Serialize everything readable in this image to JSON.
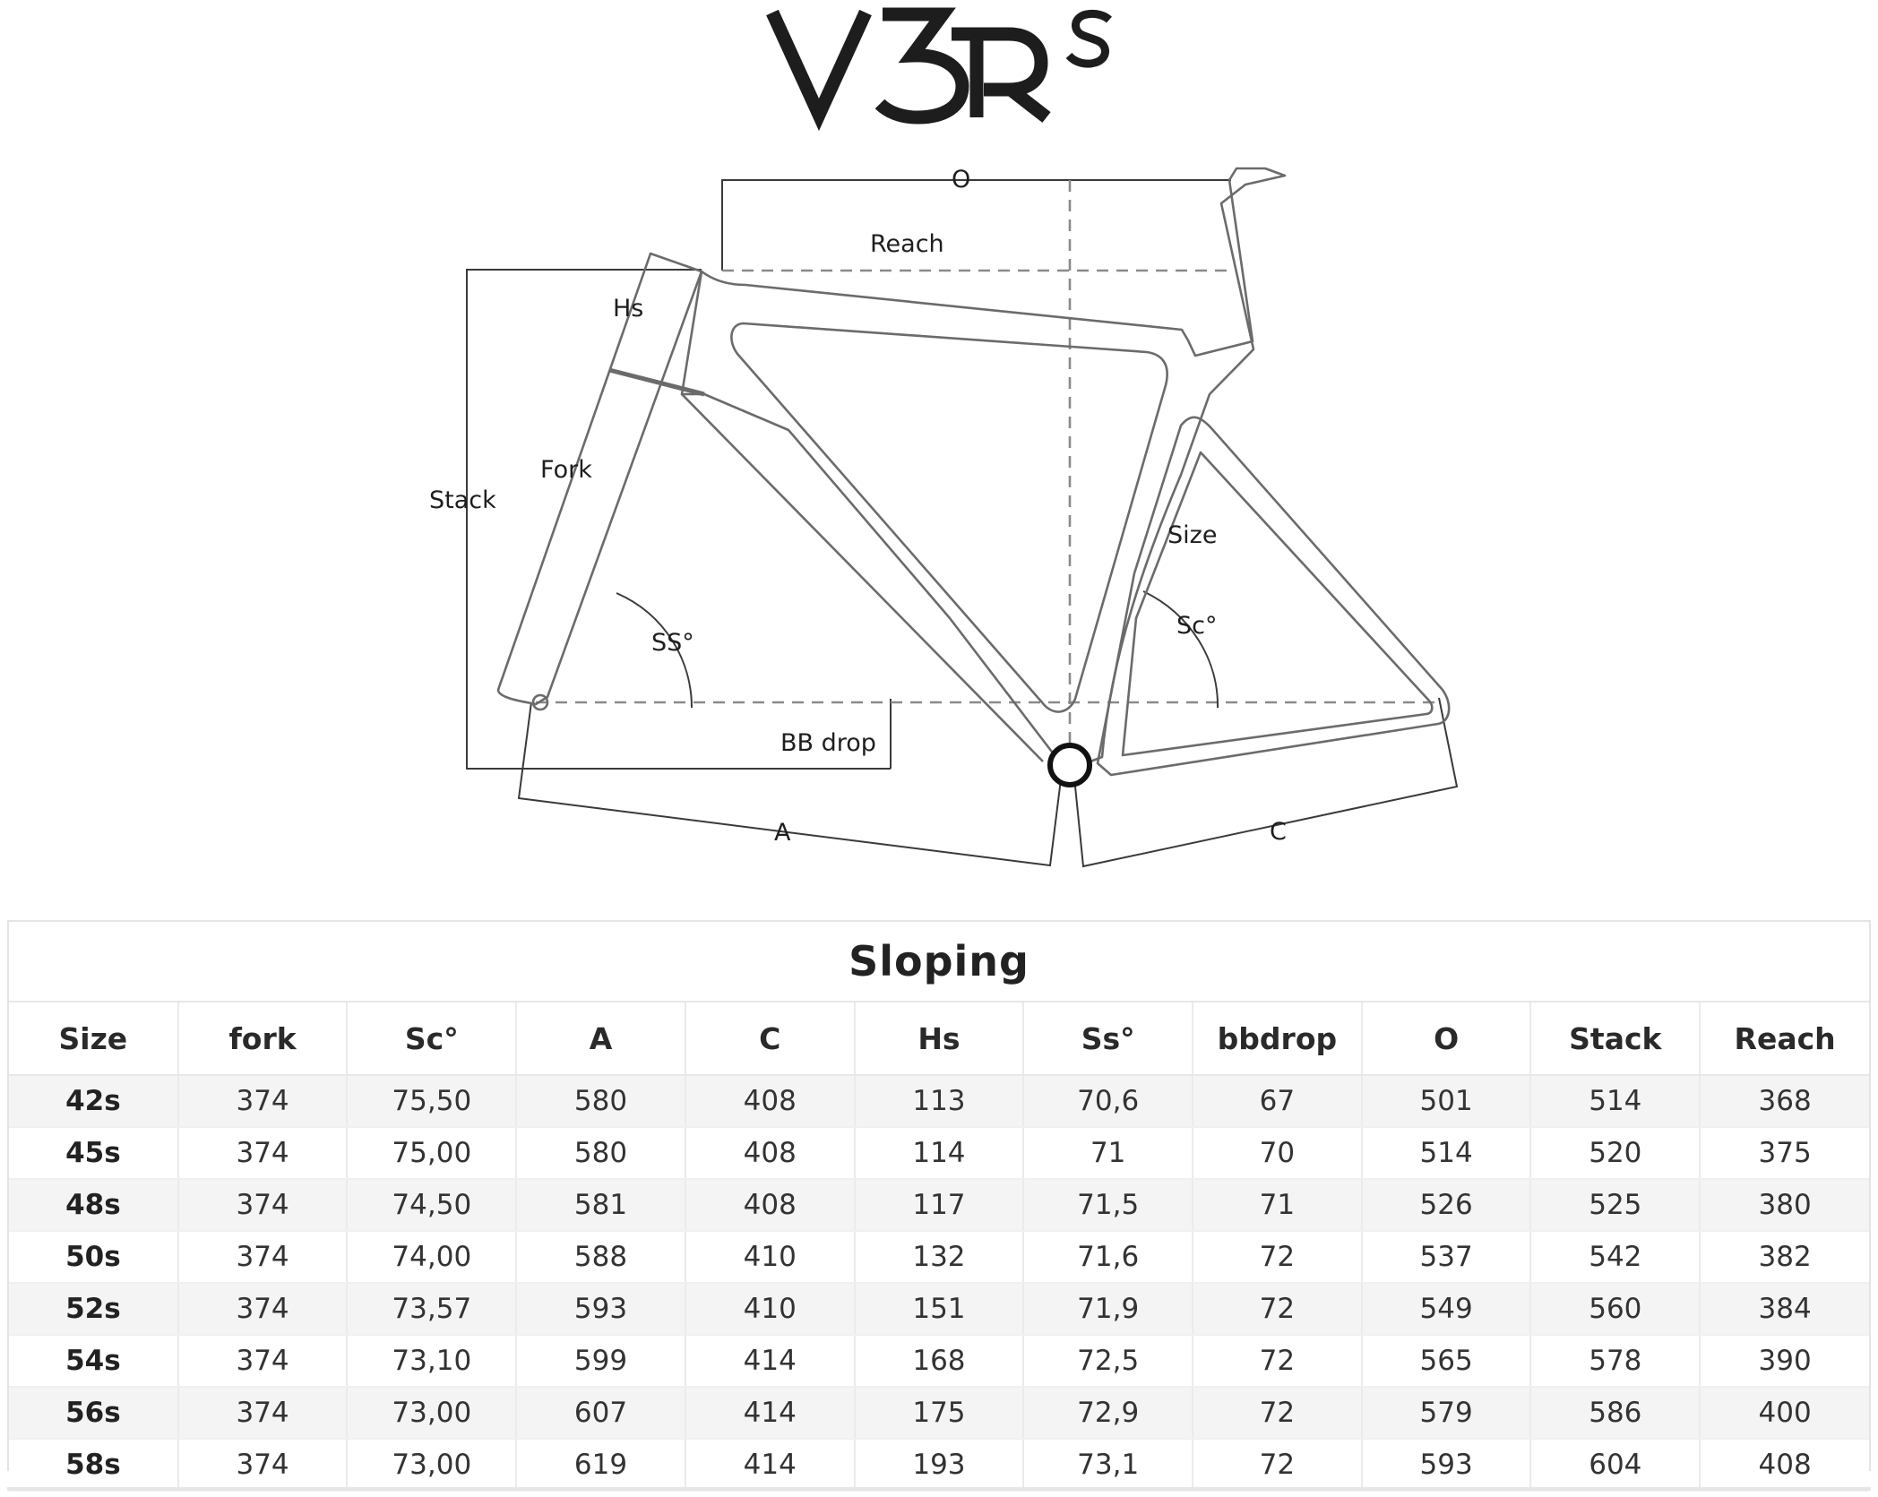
{
  "brand": {
    "model_name": "V3Rs"
  },
  "diagram": {
    "labels": {
      "o": "O",
      "reach": "Reach",
      "hs": "Hs",
      "fork": "Fork",
      "stack": "Stack",
      "size": "Size",
      "ss": "SS°",
      "sc": "Sc°",
      "bb_drop": "BB drop",
      "a": "A",
      "c": "C"
    }
  },
  "table": {
    "title": "Sloping",
    "headers": [
      "Size",
      "fork",
      "Sc°",
      "A",
      "C",
      "Hs",
      "Ss°",
      "bbdrop",
      "O",
      "Stack",
      "Reach"
    ],
    "rows": [
      [
        "42s",
        "374",
        "75,50",
        "580",
        "408",
        "113",
        "70,6",
        "67",
        "501",
        "514",
        "368"
      ],
      [
        "45s",
        "374",
        "75,00",
        "580",
        "408",
        "114",
        "71",
        "70",
        "514",
        "520",
        "375"
      ],
      [
        "48s",
        "374",
        "74,50",
        "581",
        "408",
        "117",
        "71,5",
        "71",
        "526",
        "525",
        "380"
      ],
      [
        "50s",
        "374",
        "74,00",
        "588",
        "410",
        "132",
        "71,6",
        "72",
        "537",
        "542",
        "382"
      ],
      [
        "52s",
        "374",
        "73,57",
        "593",
        "410",
        "151",
        "71,9",
        "72",
        "549",
        "560",
        "384"
      ],
      [
        "54s",
        "374",
        "73,10",
        "599",
        "414",
        "168",
        "72,5",
        "72",
        "565",
        "578",
        "390"
      ],
      [
        "56s",
        "374",
        "73,00",
        "607",
        "414",
        "175",
        "72,9",
        "72",
        "579",
        "586",
        "400"
      ],
      [
        "58s",
        "374",
        "73,00",
        "619",
        "414",
        "193",
        "73,1",
        "72",
        "593",
        "604",
        "408"
      ]
    ]
  }
}
